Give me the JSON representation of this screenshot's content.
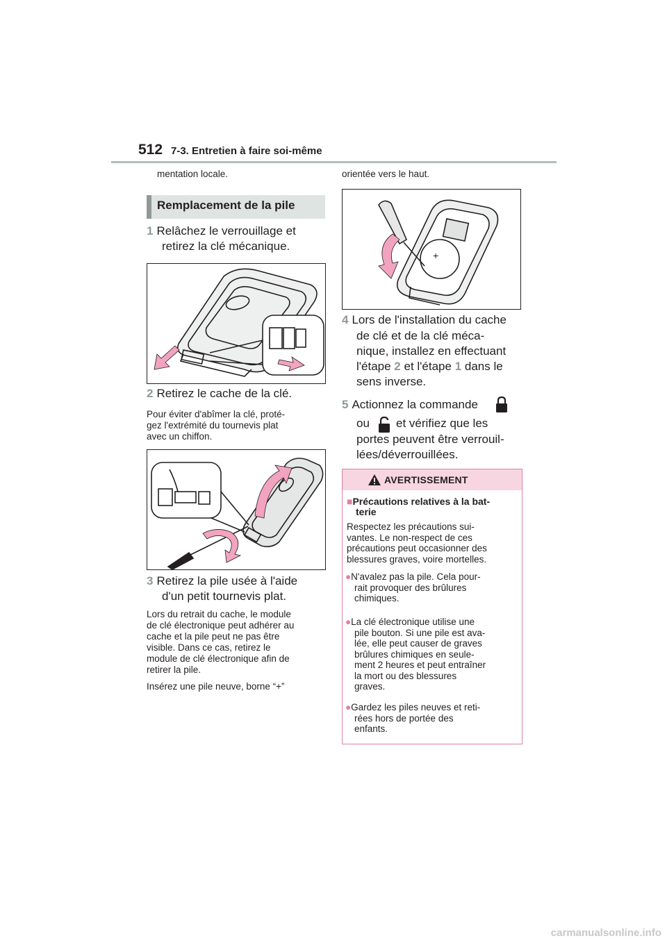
{
  "header": {
    "page_number": "512",
    "section": "7-3. Entretien à faire soi-même"
  },
  "left": {
    "intro": "mentation locale.",
    "heading": "Remplacement de la pile",
    "step1": {
      "num": "1",
      "lines": [
        "Relâchez le verrouillage et",
        "retirez la clé mécanique."
      ]
    },
    "step2": {
      "num": "2",
      "text": "Retirez le cache de la clé."
    },
    "note2": [
      "Pour éviter d'abîmer la clé, proté-",
      "gez l'extrémité du tournevis plat",
      "avec un chiffon."
    ],
    "step3": {
      "num": "3",
      "lines": [
        "Retirez la pile usée à l'aide",
        "d'un petit tournevis plat."
      ]
    },
    "note3": [
      "Lors du retrait du cache, le module",
      "de clé électronique peut adhérer au",
      "cache et la pile peut ne pas être",
      "visible. Dans ce cas, retirez le",
      "module de clé électronique afin de",
      "retirer la pile."
    ],
    "note3b": "Insérez une pile neuve, borne “+”"
  },
  "right": {
    "intro": "orientée vers le haut.",
    "step4": {
      "num": "4",
      "lines": [
        "Lors de l'installation du cache",
        "de clé et de la clé méca-",
        "nique, installez en effectuant"
      ],
      "last_pre": "l'étape ",
      "ref2": "2",
      "last_mid": " et l'étape ",
      "ref1": "1",
      "last_post": " dans le",
      "end": "sens inverse."
    },
    "step5": {
      "num": "5",
      "line1": "Actionnez la commande",
      "line2_pre": "ou",
      "line2_post": "et vérifiez que les",
      "lines": [
        "portes peuvent être verrouil-",
        "lées/déverrouillées."
      ]
    }
  },
  "warning": {
    "title": "AVERTISSEMENT",
    "subtitle": [
      "Précautions relatives à la bat-",
      "terie"
    ],
    "intro": [
      "Respectez les précautions sui-",
      "vantes. Le non-respect de ces",
      "précautions peut occasionner des",
      "blessures graves, voire mortelles."
    ],
    "bullets": [
      [
        "N'avalez pas la pile. Cela pour-",
        "rait provoquer des brûlures",
        "chimiques."
      ],
      [
        "La clé électronique utilise une",
        "pile bouton. Si une pile est ava-",
        "lée, elle peut causer de graves",
        "brûlures chimiques en seule-",
        "ment 2 heures et peut entraîner",
        "la mort ou des blessures",
        "graves."
      ],
      [
        "Gardez les piles neuves et reti-",
        "rées hors de portée des",
        "enfants."
      ]
    ],
    "colors": {
      "border": "#e27fa3",
      "header_bg": "#f7d6e2"
    }
  },
  "footer": {
    "watermark": "carmanualsonline.info"
  },
  "colors": {
    "accent_gray": "#8f9a96",
    "arrow_pink": "#f2a3bf"
  }
}
